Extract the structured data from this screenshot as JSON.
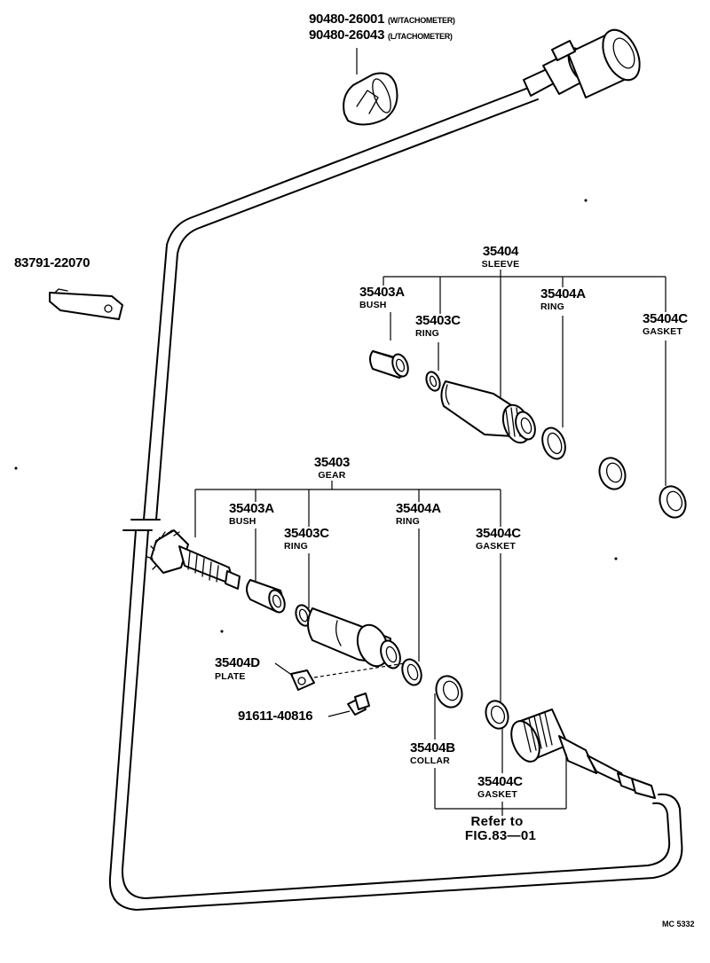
{
  "parts": {
    "top_a": {
      "number": "90480-26001",
      "note": "(W/TACHOMETER)"
    },
    "top_b": {
      "number": "90480-26043",
      "note": "(L/TACHOMETER)"
    },
    "clip": {
      "number": "83791-22070"
    },
    "sleeve_group": {
      "number": "35404",
      "name": "SLEEVE"
    },
    "sleeve_bush": {
      "number": "35403A",
      "name": "BUSH"
    },
    "sleeve_ring_c": {
      "number": "35403C",
      "name": "RING"
    },
    "sleeve_ring_a": {
      "number": "35404A",
      "name": "RING"
    },
    "sleeve_gasket": {
      "number": "35404C",
      "name": "GASKET"
    },
    "gear_group": {
      "number": "35403",
      "name": "GEAR"
    },
    "gear_bush": {
      "number": "35403A",
      "name": "BUSH"
    },
    "gear_ring_c": {
      "number": "35403C",
      "name": "RING"
    },
    "gear_ring_a": {
      "number": "35404A",
      "name": "RING"
    },
    "gear_gasket": {
      "number": "35404C",
      "name": "GASKET"
    },
    "plate": {
      "number": "35404D",
      "name": "PLATE"
    },
    "bolt": {
      "number": "91611-40816"
    },
    "collar": {
      "number": "35404B",
      "name": "COLLAR"
    },
    "lower_gasket": {
      "number": "35404C",
      "name": "GASKET"
    }
  },
  "reference": {
    "line1": "Refer  to",
    "line2": "FIG.83—01"
  },
  "figure_code": "MC 5332"
}
